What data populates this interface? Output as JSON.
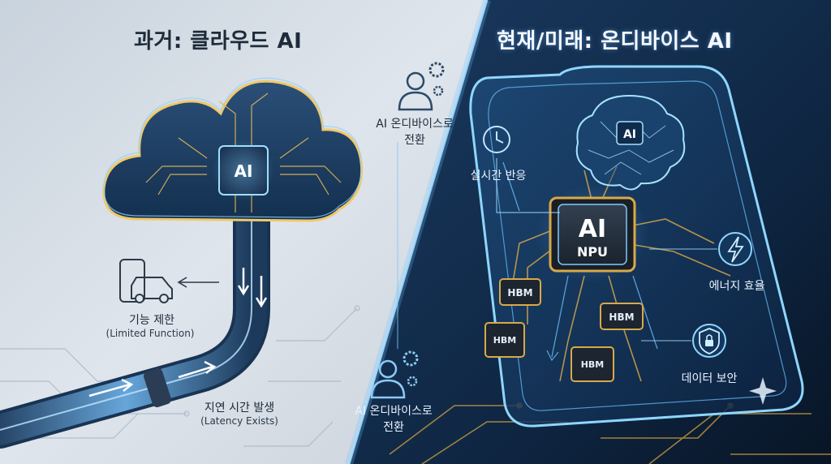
{
  "titles": {
    "left": "과거: 클라우드 AI",
    "right": "현재/미래: 온디바이스 AI"
  },
  "cloud": {
    "chip_label": "AI"
  },
  "left_labels": {
    "limited": "기능 제한",
    "limited_en": "(Limited Function)",
    "latency": "지연 시간 발생",
    "latency_en": "(Latency Exists)"
  },
  "center": {
    "top_line1": "AI 온디바이스로",
    "top_line2": "전환",
    "bottom_line1": "AI 온디바이스로",
    "bottom_line2": "전환"
  },
  "phone": {
    "brain_label": "AI",
    "chip_main": "AI",
    "chip_sub": "NPU",
    "memory_1": "HBM",
    "memory_2": "HBM",
    "memory_3": "HBM",
    "memory_4": "HBM"
  },
  "features": {
    "realtime": "실시간 반응",
    "energy": "에너지 효율",
    "security": "데이터 보안"
  },
  "colors": {
    "accent_blue": "#4fb6ff",
    "chip_gold": "#d8a94a",
    "left_bg": "#dfe5ec",
    "right_bg": "#0f2744"
  }
}
